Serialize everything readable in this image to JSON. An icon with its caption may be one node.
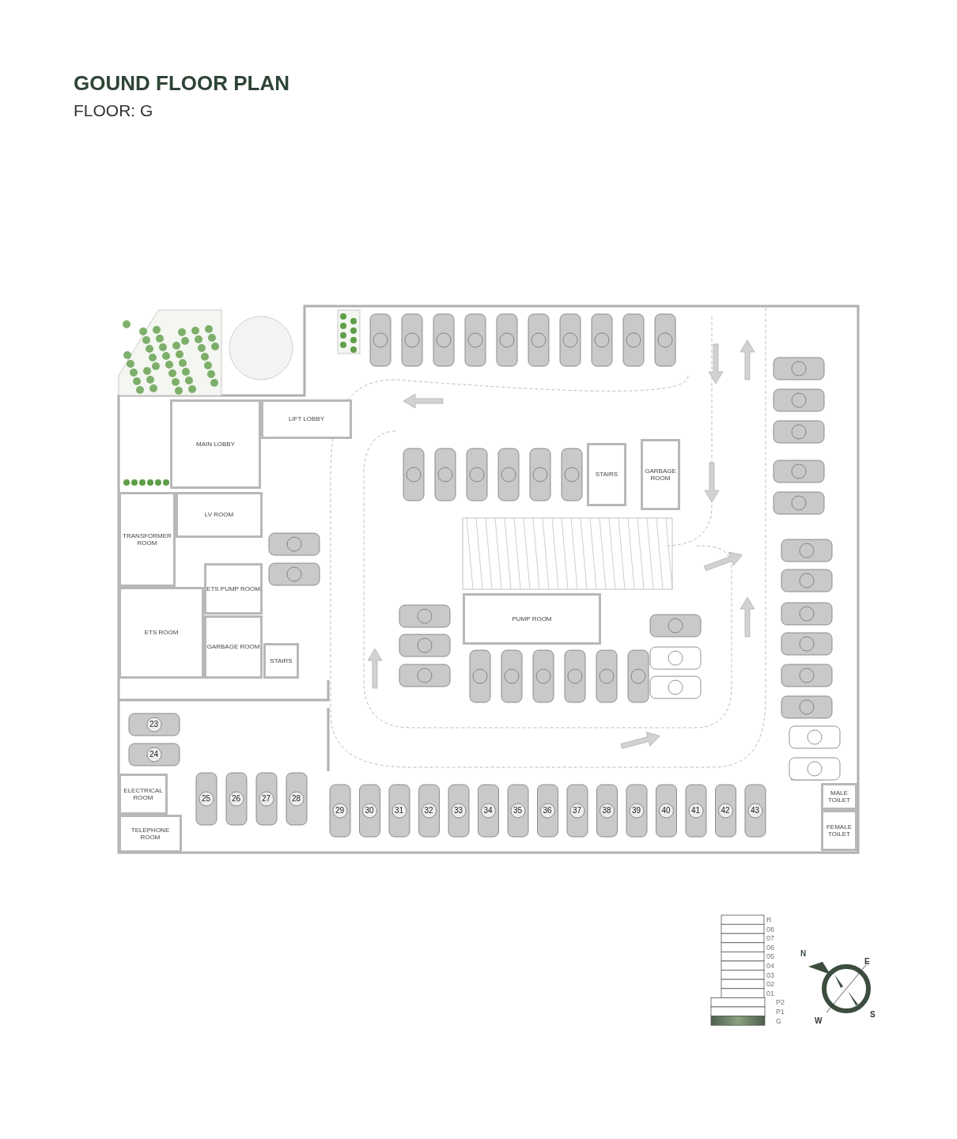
{
  "diagram": {
    "title": "GOUND FLOOR PLAN",
    "nodes": [
      {
        "text": [
          "MAIN LOBBY"
        ]
      },
      {
        "text": [
          "LIFT LOBBY"
        ]
      },
      {
        "text": [
          "LV ROOM"
        ]
      },
      {
        "text": [
          "TRANSFORMER ROOM"
        ]
      },
      {
        "text": [
          "ETS PUMP ROOM"
        ]
      },
      {
        "text": [
          "ETS ROOM"
        ]
      },
      {
        "text": [
          "GARBAGE ROOM"
        ]
      },
      {
        "text": [
          "STAIRS"
        ]
      },
      {
        "text": [
          "STAIRS"
        ]
      },
      {
        "text": [
          "GARBAGE ROOM"
        ]
      },
      {
        "text": [
          "PUMP ROOM"
        ]
      },
      {
        "text": [
          "ELECTRICAL ROOM"
        ]
      },
      {
        "text": [
          "TELEPHONE ROOM"
        ]
      },
      {
        "text": [
          "MALE TOILET"
        ]
      },
      {
        "text": [
          "FEMALE TOILET"
        ]
      }
    ],
    "edges": [],
    "labels": [
      "FLOOR: G",
      "23",
      "24",
      "25",
      "26",
      "27",
      "28",
      "29",
      "30",
      "31",
      "32",
      "33",
      "34",
      "35",
      "36",
      "37",
      "38",
      "39",
      "40",
      "41",
      "42",
      "43",
      "R",
      "08",
      "07",
      "06",
      "05",
      "04",
      "03",
      "02",
      "01",
      "P2",
      "P1",
      "G",
      "N",
      "E",
      "S",
      "W"
    ]
  }
}
